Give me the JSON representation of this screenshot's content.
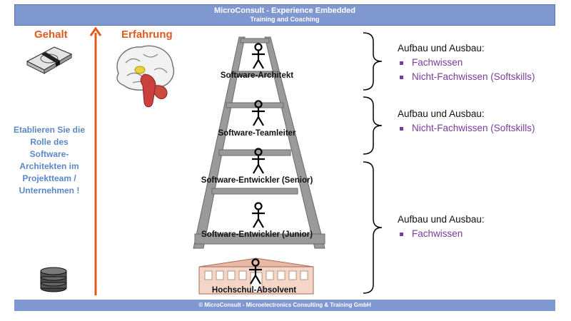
{
  "header": {
    "title": "MicroConsult  - Experience Embedded",
    "subtitle": "Training and Coaching"
  },
  "left": {
    "gehalt": "Gehalt",
    "erfahrung": "Erfahrung",
    "message": "Etablieren Sie die Rolle des Software-Architekten im Projektteam / Unternehmen !"
  },
  "ladder": {
    "levels": [
      "Software-Architekt",
      "Software-Teamleiter",
      "Software-Entwickler (Senior)",
      "Software-Entwickler (Junior)",
      "Hochschul-Absolvent"
    ]
  },
  "right": {
    "groups": [
      {
        "heading": "Aufbau und Ausbau:",
        "items": [
          "Fachwissen",
          "Nicht-Fachwissen (Softskills)"
        ]
      },
      {
        "heading": "Aufbau und Ausbau:",
        "items": [
          "Nicht-Fachwissen (Softskills)"
        ]
      },
      {
        "heading": "Aufbau und Ausbau:",
        "items": [
          "Fachwissen"
        ]
      }
    ]
  },
  "footer": {
    "text": "© MicroConsult - Microelectronics Consulting & Training GmbH"
  },
  "colors": {
    "header_bg": "#7f98cf",
    "accent_orange": "#e05a1e",
    "message_blue": "#5b88c6",
    "bullet_purple": "#7a3c9a"
  }
}
